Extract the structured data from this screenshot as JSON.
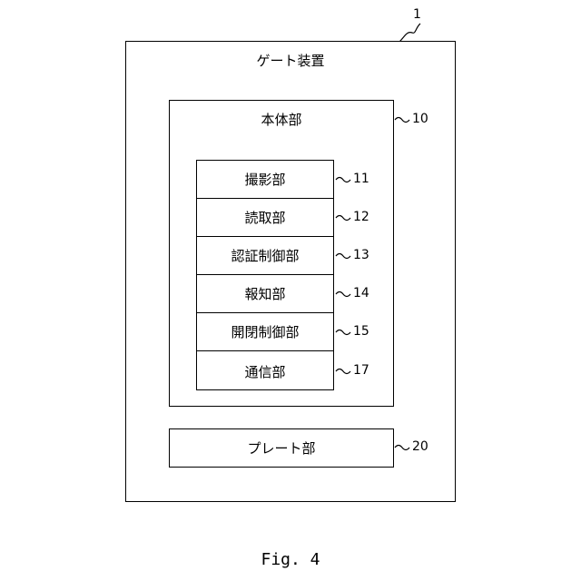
{
  "device": {
    "title": "ゲート装置",
    "ref": "1"
  },
  "body_unit": {
    "title": "本体部",
    "ref": "10",
    "components": [
      {
        "label": "撮影部",
        "ref": "11"
      },
      {
        "label": "読取部",
        "ref": "12"
      },
      {
        "label": "認証制御部",
        "ref": "13"
      },
      {
        "label": "報知部",
        "ref": "14"
      },
      {
        "label": "開閉制御部",
        "ref": "15"
      },
      {
        "label": "通信部",
        "ref": "17"
      }
    ]
  },
  "plate_unit": {
    "title": "プレート部",
    "ref": "20"
  },
  "caption": "Fig. 4"
}
